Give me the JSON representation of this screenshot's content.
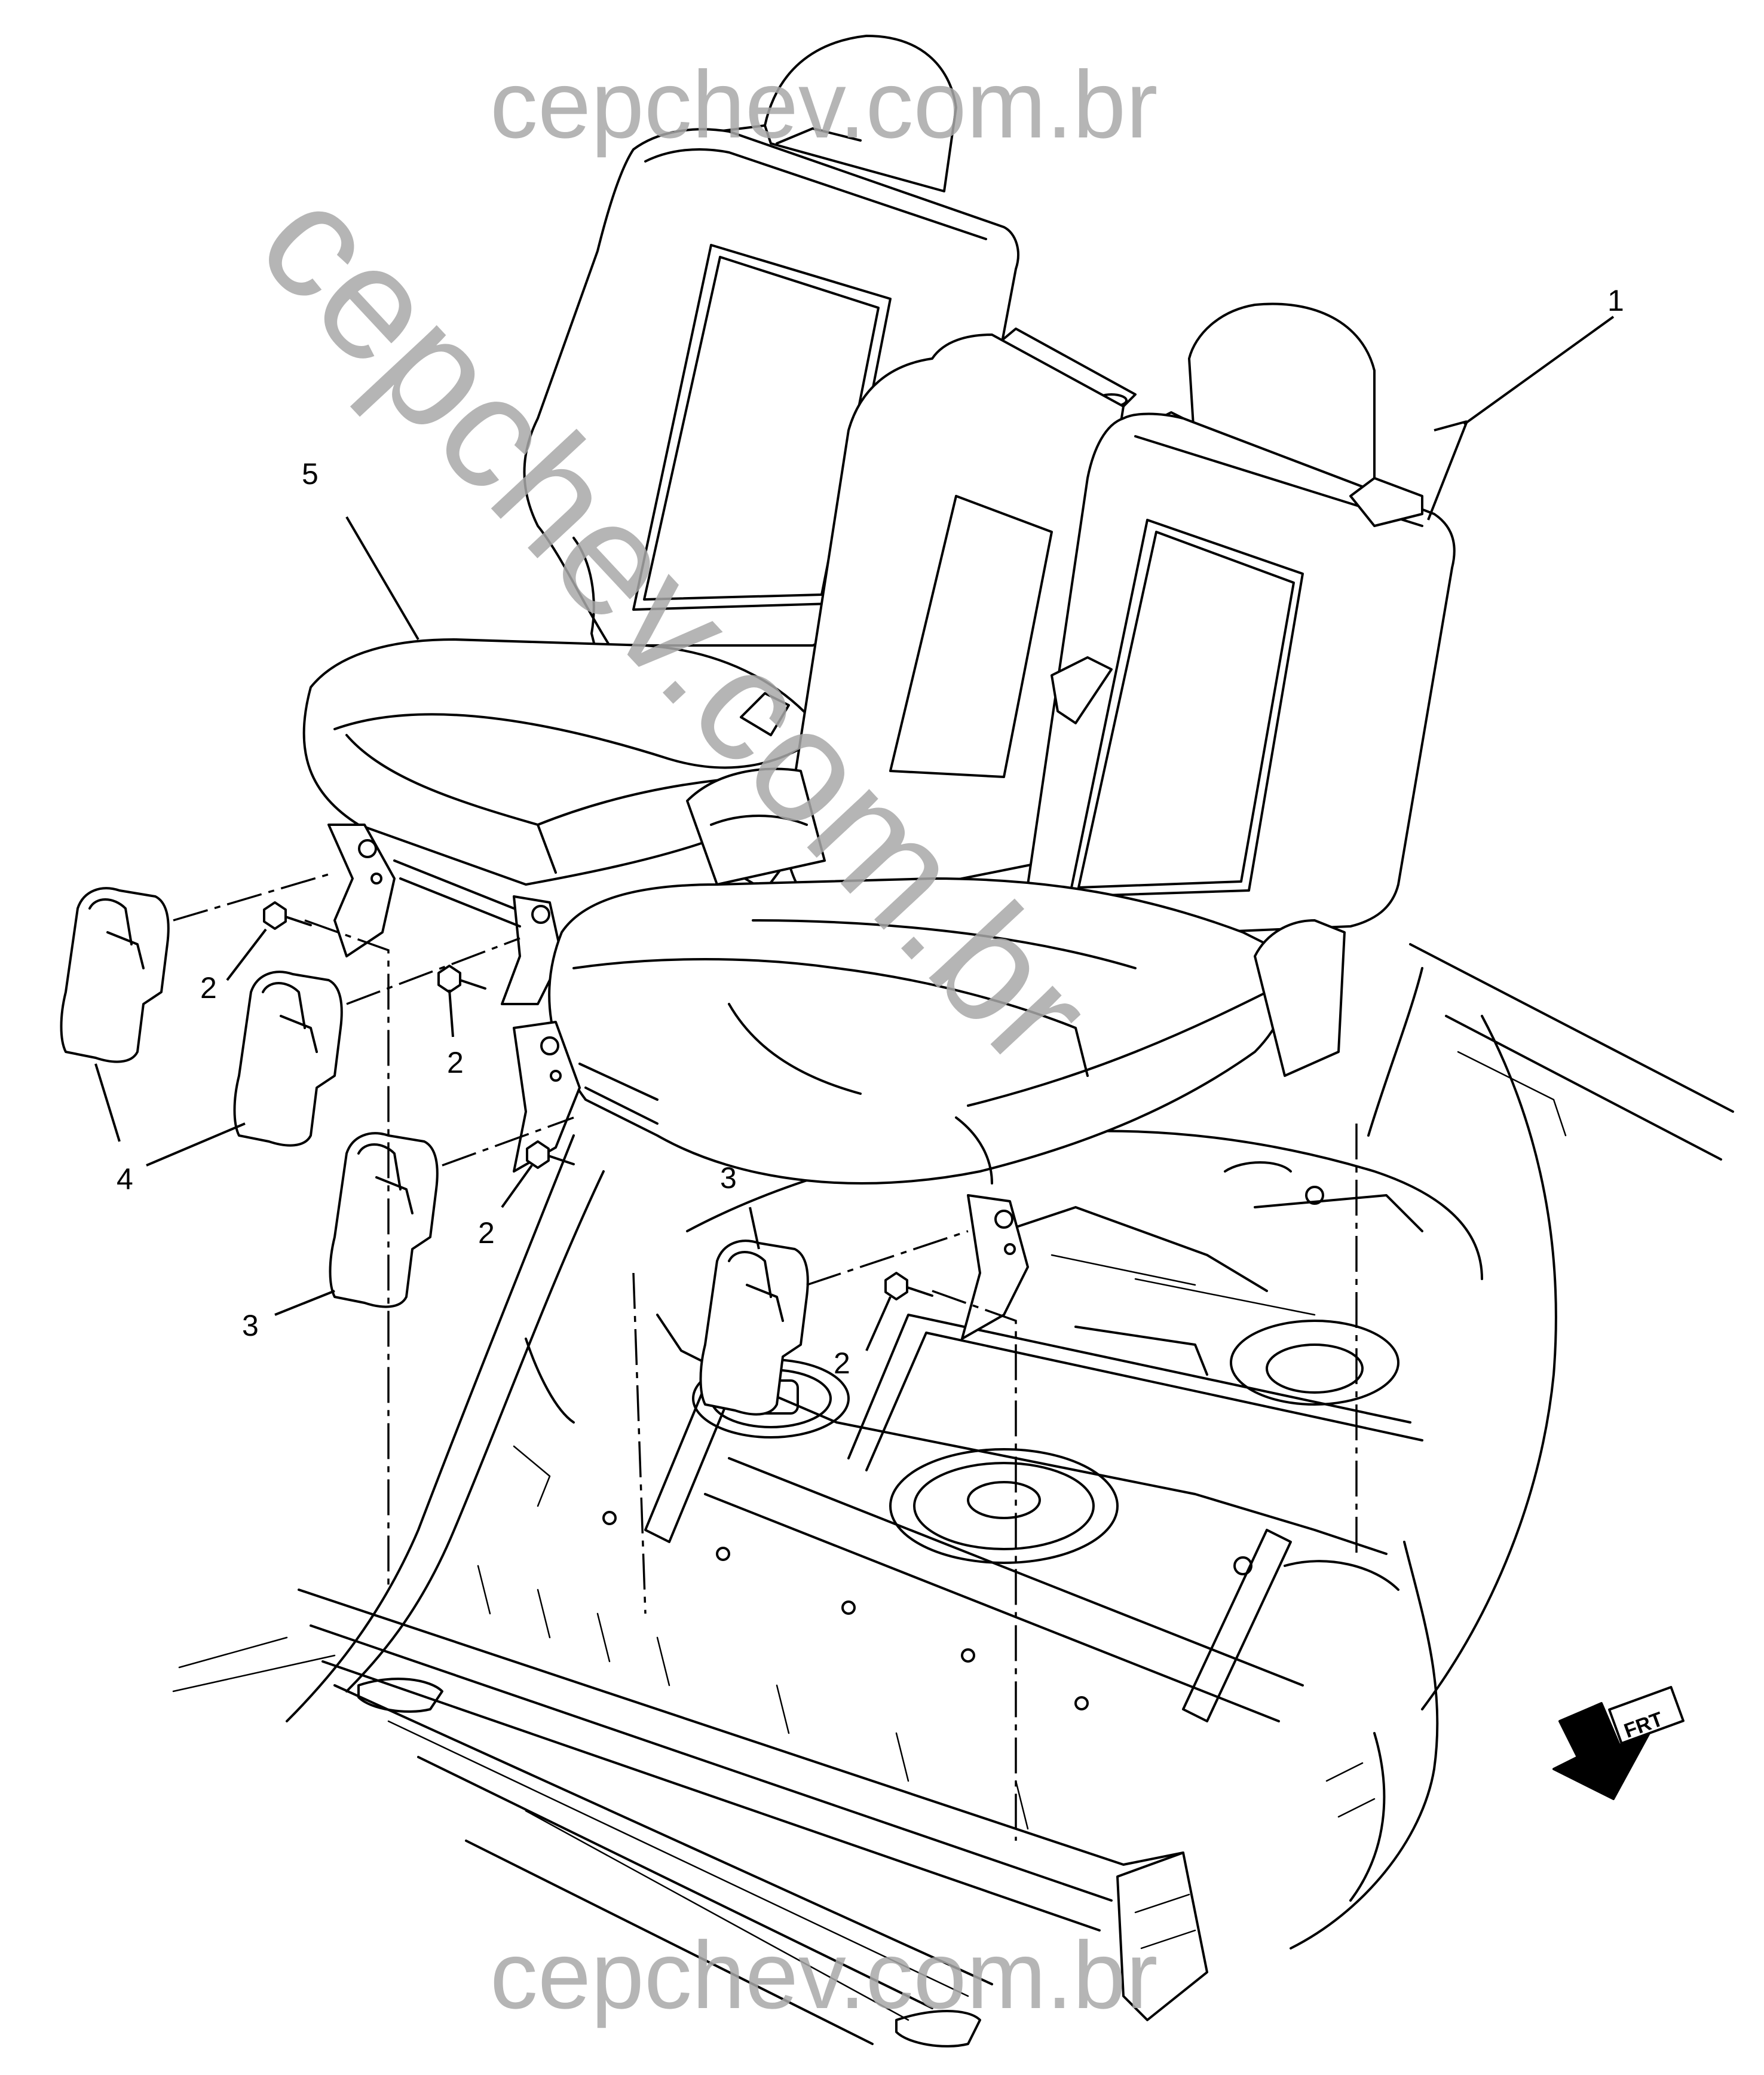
{
  "watermarks": {
    "top": "cepchev.com.br",
    "diagonal": "cepchev.com.br",
    "bottom": "cepchev.com.br"
  },
  "callouts": {
    "c1": "1",
    "c2a": "2",
    "c2b": "2",
    "c2c": "2",
    "c2d": "2",
    "c3a": "3",
    "c3b": "3",
    "c4": "4",
    "c5": "5"
  },
  "direction_indicator": {
    "label": "FRT",
    "icon": "forward-arrow-icon"
  }
}
